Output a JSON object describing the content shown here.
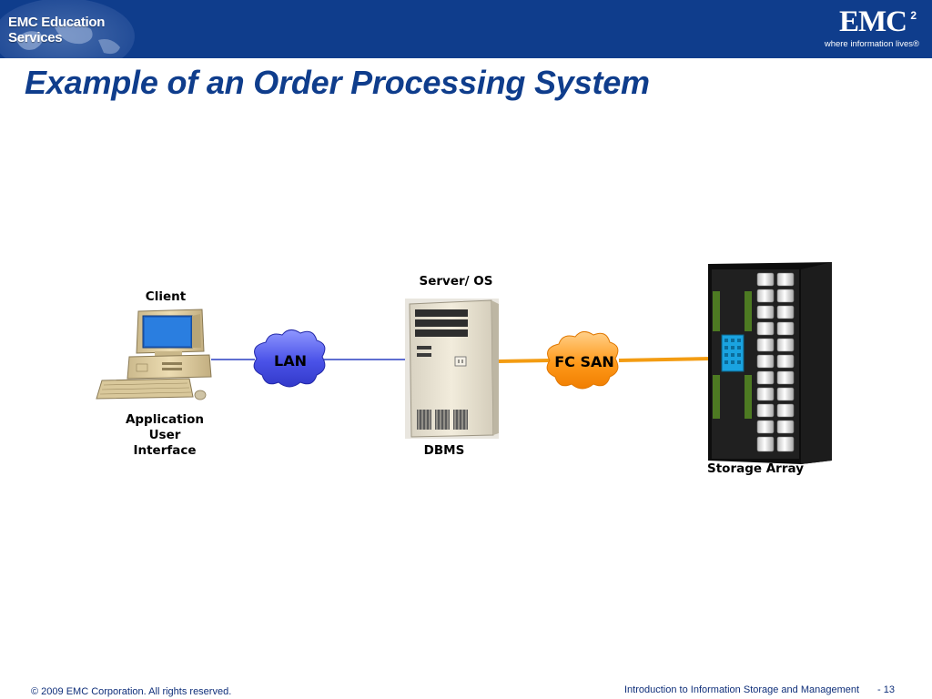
{
  "header": {
    "education_label": "EMC Education Services",
    "brand": "EMC",
    "brand_superscript": "2",
    "tagline": "where information lives®"
  },
  "slide": {
    "title": "Example of an Order Processing System"
  },
  "diagram": {
    "nodes": {
      "client_label": "Client",
      "client_caption": [
        "Application",
        "User",
        "Interface"
      ],
      "server_label": "Server/ OS",
      "server_caption": "DBMS",
      "storage_label": "Storage Array"
    },
    "links": {
      "lan_label": "LAN",
      "fcsan_label": "FC SAN"
    },
    "colors": {
      "lan_cloud": "#4a52e8",
      "lan_line": "#2a3fc2",
      "fcsan_cloud": "#ff9a1a",
      "fcsan_line": "#f39c12",
      "header_bg": "#0f3d8c"
    }
  },
  "footer": {
    "copyright": "© 2009 EMC Corporation. All rights reserved.",
    "course": "Introduction to Information Storage and Management",
    "page_number": "- 13"
  }
}
